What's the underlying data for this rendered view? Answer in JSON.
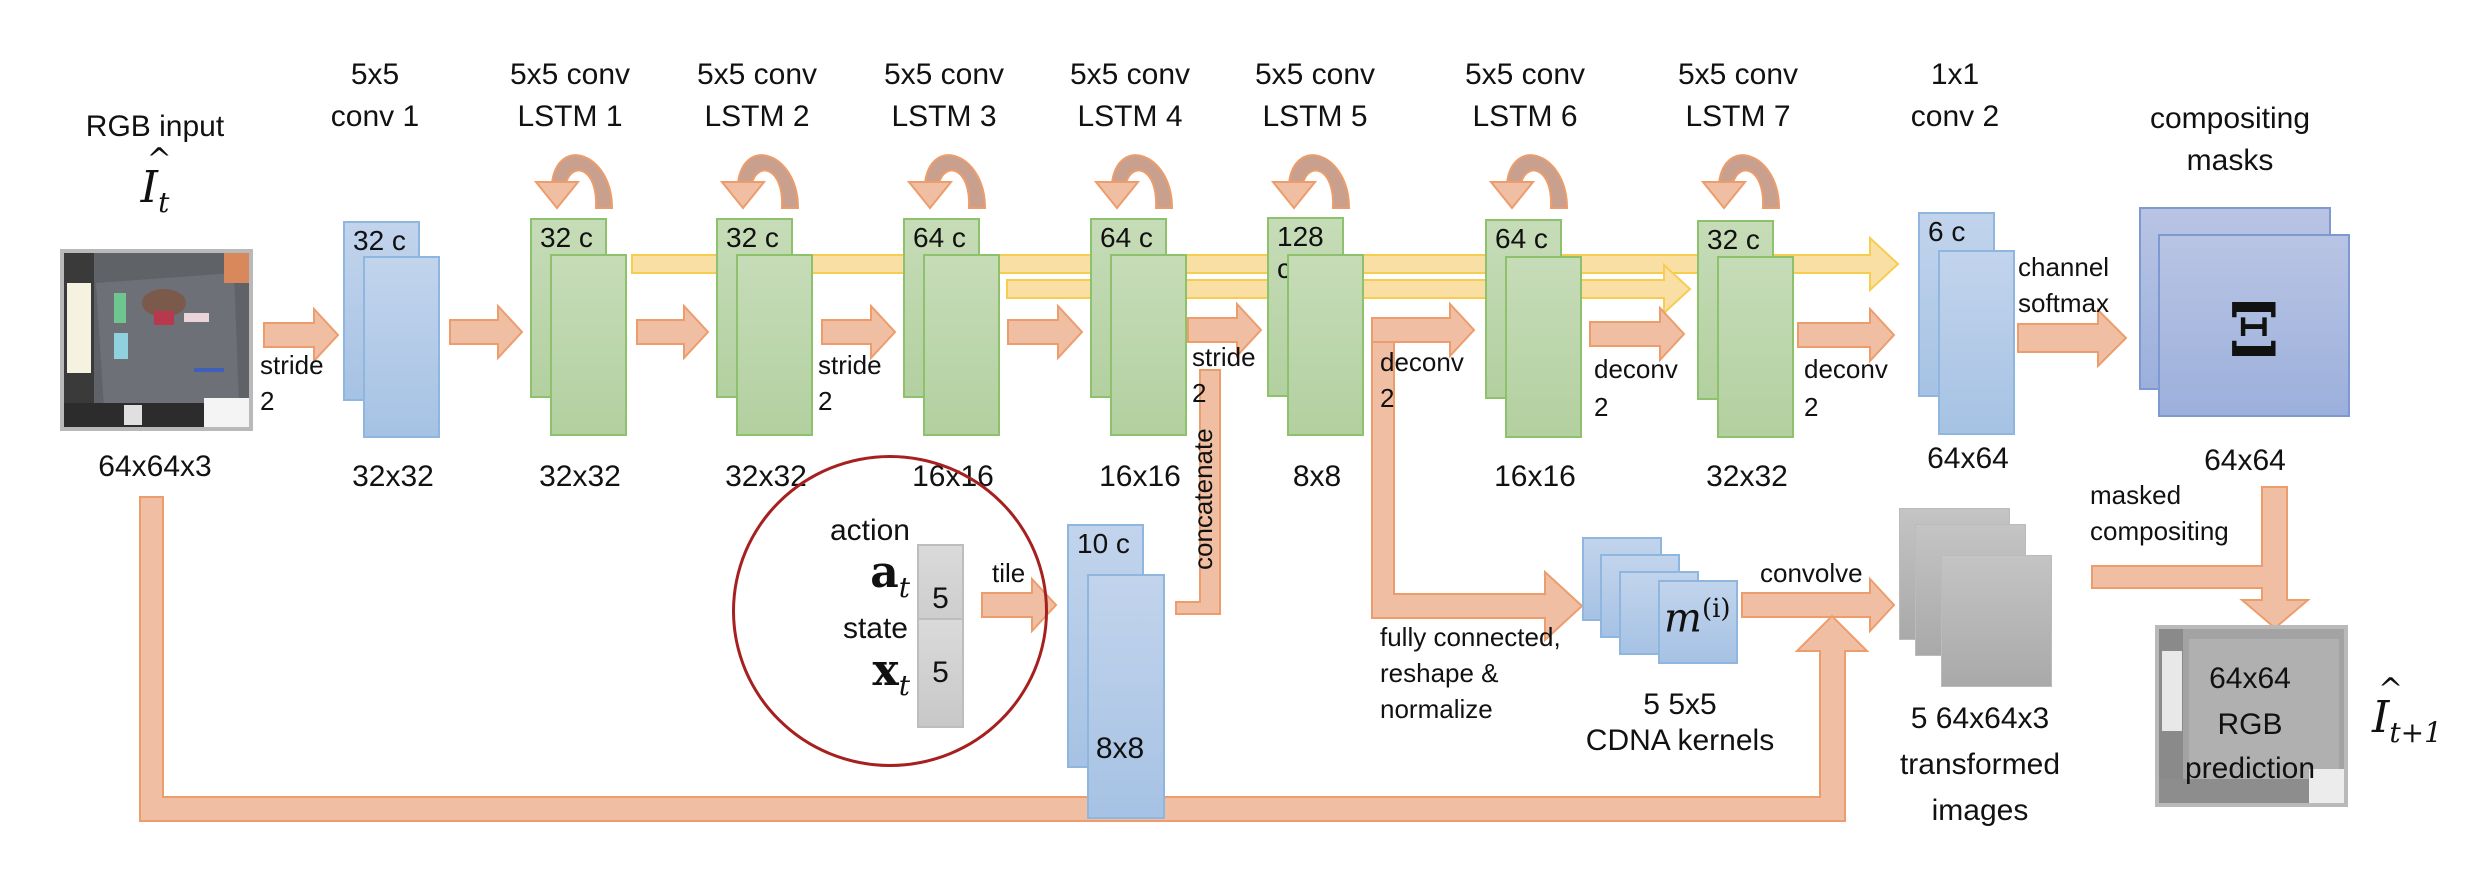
{
  "input": {
    "title": "RGB input",
    "symbol_base": "I",
    "symbol_sub": "t",
    "size": "64x64x3",
    "stride_label": "stride",
    "stride_value": "2"
  },
  "layers": [
    {
      "id": "conv1",
      "title1": "5x5",
      "title2": "conv 1",
      "channels": "32 c",
      "size": "32x32",
      "kind": "conv",
      "color": "blue"
    },
    {
      "id": "lstm1",
      "title1": "5x5 conv",
      "title2": "LSTM 1",
      "channels": "32 c",
      "size": "32x32",
      "kind": "lstm",
      "color": "green"
    },
    {
      "id": "lstm2",
      "title1": "5x5 conv",
      "title2": "LSTM 2",
      "channels": "32 c",
      "size": "32x32",
      "kind": "lstm",
      "color": "green"
    },
    {
      "id": "lstm3",
      "title1": "5x5 conv",
      "title2": "LSTM 3",
      "channels": "64 c",
      "size": "16x16",
      "kind": "lstm",
      "color": "green"
    },
    {
      "id": "lstm4",
      "title1": "5x5 conv",
      "title2": "LSTM 4",
      "channels": "64 c",
      "size": "16x16",
      "kind": "lstm",
      "color": "green"
    },
    {
      "id": "lstm5",
      "title1": "5x5 conv",
      "title2": "LSTM 5",
      "channels": "128 c",
      "size": "8x8",
      "kind": "lstm",
      "color": "green"
    },
    {
      "id": "lstm6",
      "title1": "5x5 conv",
      "title2": "LSTM 6",
      "channels": "64 c",
      "size": "16x16",
      "kind": "lstm",
      "color": "green"
    },
    {
      "id": "lstm7",
      "title1": "5x5 conv",
      "title2": "LSTM 7",
      "channels": "32 c",
      "size": "32x32",
      "kind": "lstm",
      "color": "green"
    },
    {
      "id": "conv2",
      "title1": "1x1",
      "title2": "conv 2",
      "channels": "6 c",
      "size": "64x64",
      "kind": "conv",
      "color": "blue"
    }
  ],
  "edge_labels": {
    "lstm2_to_lstm3": [
      "stride",
      "2"
    ],
    "lstm4_to_lstm5": [
      "stride",
      "2"
    ],
    "lstm5_to_lstm6": [
      "deconv",
      "2"
    ],
    "lstm6_to_lstm7": [
      "deconv",
      "2"
    ],
    "lstm7_to_conv2": [
      "deconv",
      "2"
    ],
    "conv2_to_masks": [
      "channel",
      "softmax"
    ]
  },
  "masks": {
    "title1": "compositing",
    "title2": "masks",
    "symbol": "Ξ",
    "size": "64x64"
  },
  "action_state": {
    "action_label": "action",
    "action_symbol": "a",
    "action_sub": "t",
    "action_dim": "5",
    "state_label": "state",
    "state_symbol": "x",
    "state_sub": "t",
    "state_dim": "5",
    "tile_label": "tile",
    "tiled_channels": "10 c",
    "tiled_size": "8x8",
    "concat_label": "concatenate"
  },
  "cdna": {
    "fc_label_lines": [
      "fully connected,",
      "reshape &",
      "normalize"
    ],
    "kernel_symbol_base": "m",
    "kernel_symbol_sup": "(i)",
    "count_line": "5  5x5",
    "name_line": "CDNA kernels",
    "convolve_label": "convolve"
  },
  "transformed": {
    "line1": "5  64x64x3",
    "line2": "transformed",
    "line3": "images",
    "compositing_label_lines": [
      "masked",
      "compositing"
    ]
  },
  "output": {
    "lines": [
      "64x64",
      "RGB",
      "prediction"
    ],
    "symbol_base": "I",
    "symbol_sub": "t+1"
  },
  "colors": {
    "arrow_orange": "#f0bfa3",
    "arrow_orange_stroke": "#ec9d6b",
    "recurrent_dark": "#c9a08d",
    "skip_yellow": "#f9dfa4",
    "skip_yellow_stroke": "#f7cd4f",
    "circle_red": "#a6201f"
  }
}
